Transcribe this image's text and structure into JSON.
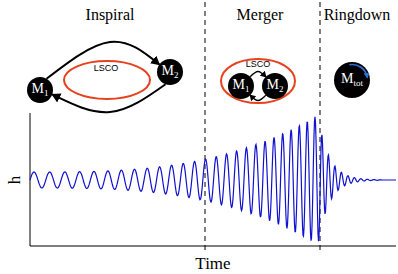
{
  "diagram": {
    "nodes": [
      {
        "text": [
          "M1"
        ]
      },
      {
        "text": [
          "M2"
        ]
      },
      {
        "text": [
          "M1"
        ]
      },
      {
        "text": [
          "M2"
        ]
      },
      {
        "text": [
          "Mtot"
        ]
      }
    ],
    "edges": [
      {
        "from": 0,
        "to": 1,
        "arrow": "to"
      },
      {
        "from": 1,
        "to": 0,
        "arrow": "to"
      },
      {
        "from": 2,
        "to": 3,
        "arrow": "to"
      },
      {
        "from": 3,
        "to": 2,
        "arrow": "to"
      }
    ],
    "labels": [
      "Inspiral",
      "LSCO",
      "Merger",
      "LSCO",
      "Ringdown",
      "h",
      "Time"
    ]
  }
}
